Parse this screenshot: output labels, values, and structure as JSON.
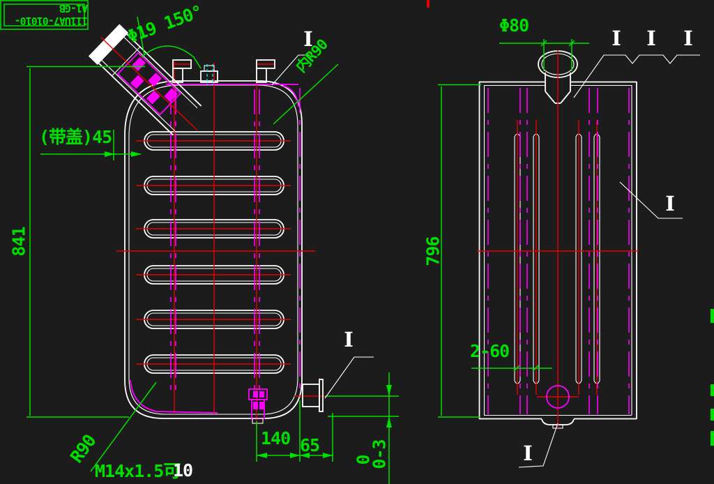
{
  "drawing": {
    "background": "#1c1c1c",
    "colors": {
      "outline": "#ffffff",
      "centerline": "#e80000",
      "hidden_line": "#ff00ff",
      "dimension": "#00e000",
      "auxiliary": "#00ffff"
    },
    "title_block": {
      "part_number": "111UA7-01010-A1-GB"
    },
    "section_marker": "I",
    "left_view": {
      "filler_angle_dim": "Φ19 150°",
      "cap_height_dim": "(带盖)45",
      "overall_height_dim": "841",
      "inner_corner_radius": "内R90",
      "bottom_corner_radius": "R90",
      "drain_thread_note": "M14x1.5可",
      "offset_note": "10",
      "bottom_dim_140": "140",
      "bottom_dim_65": "65",
      "gap_tolerance": "0-3",
      "gap_tolerance_low": "0"
    },
    "right_view": {
      "filler_neck_dia": "Φ80",
      "overall_height_dim": "796",
      "tube_spacing_dim": "2-60"
    }
  }
}
